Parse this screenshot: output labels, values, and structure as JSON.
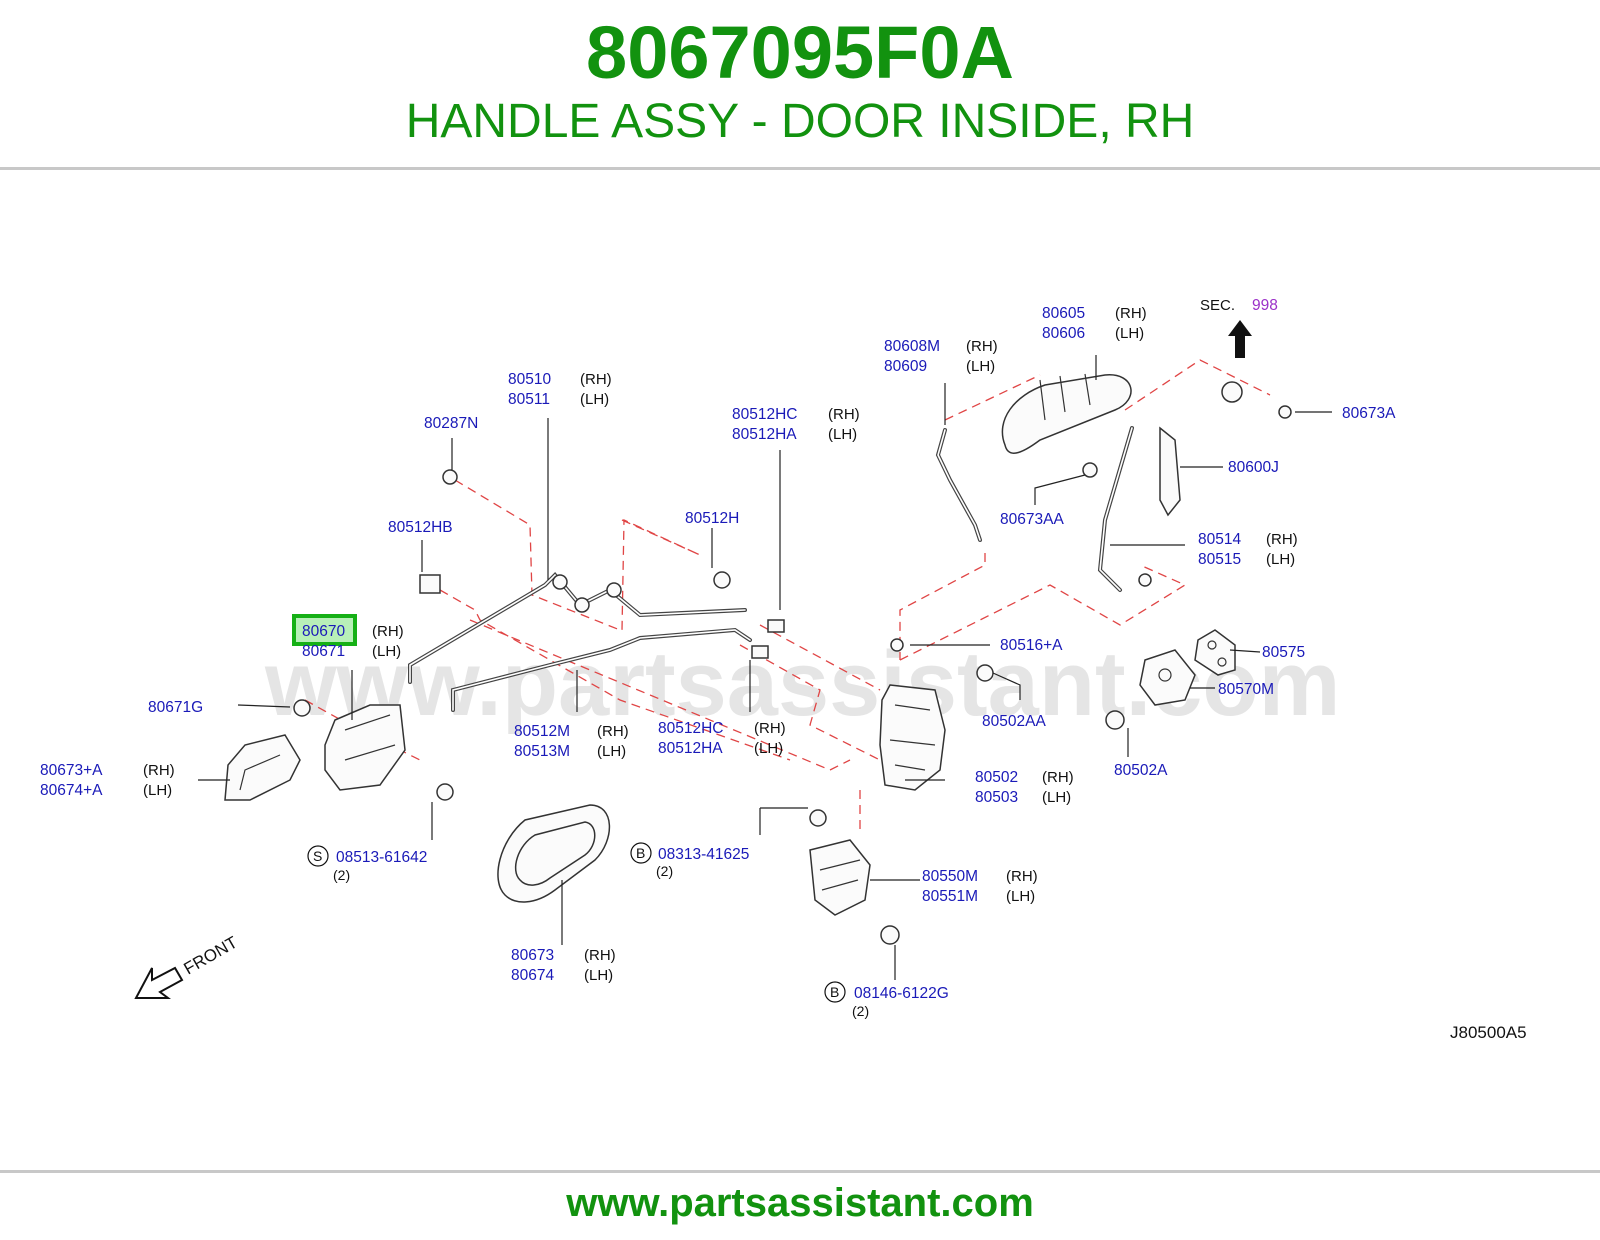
{
  "header": {
    "part_number": "8067095F0A",
    "part_name": "HANDLE ASSY - DOOR INSIDE, RH"
  },
  "footer": {
    "url": "www.partsassistant.com"
  },
  "watermark": "www.partsassistant.com",
  "diagram_code": "J80500A5",
  "colors": {
    "brand_green": "#12920f",
    "part_number_blue": "#1a1ab8",
    "highlight": "#16b016",
    "section_purple": "#9b30c8",
    "dash_red": "#e04545"
  },
  "section_ref": {
    "prefix": "SEC.",
    "number": "998"
  },
  "front_label": "FRONT",
  "labels": [
    {
      "codes": [
        "80605",
        "80606"
      ],
      "sides": [
        "(RH)",
        "(LH)"
      ]
    },
    {
      "codes": [
        "80608M",
        "80609"
      ],
      "sides": [
        "(RH)",
        "(LH)"
      ]
    },
    {
      "codes": [
        "80510",
        "80511"
      ],
      "sides": [
        "(RH)",
        "(LH)"
      ]
    },
    {
      "codes": [
        "80287N"
      ]
    },
    {
      "codes": [
        "80512HC",
        "80512HA"
      ],
      "sides": [
        "(RH)",
        "(LH)"
      ]
    },
    {
      "codes": [
        "80673A"
      ]
    },
    {
      "codes": [
        "80600J"
      ]
    },
    {
      "codes": [
        "80673AA"
      ]
    },
    {
      "codes": [
        "80512H"
      ]
    },
    {
      "codes": [
        "80512HB"
      ]
    },
    {
      "codes": [
        "80514",
        "80515"
      ],
      "sides": [
        "(RH)",
        "(LH)"
      ]
    },
    {
      "codes": [
        "80670",
        "80671"
      ],
      "sides": [
        "(RH)",
        "(LH)"
      ],
      "highlighted": true
    },
    {
      "codes": [
        "80516+A"
      ]
    },
    {
      "codes": [
        "80575"
      ]
    },
    {
      "codes": [
        "80570M"
      ]
    },
    {
      "codes": [
        "80671G"
      ]
    },
    {
      "codes": [
        "80502AA"
      ]
    },
    {
      "codes": [
        "80512M",
        "80513M"
      ],
      "sides": [
        "(RH)",
        "(LH)"
      ]
    },
    {
      "codes": [
        "80512HC",
        "80512HA"
      ],
      "sides": [
        "(RH)",
        "(LH)"
      ]
    },
    {
      "codes": [
        "80502A"
      ]
    },
    {
      "codes": [
        "80673+A",
        "80674+A"
      ],
      "sides": [
        "(RH)",
        "(LH)"
      ]
    },
    {
      "codes": [
        "80502",
        "80503"
      ],
      "sides": [
        "(RH)",
        "(LH)"
      ]
    },
    {
      "codes": [
        "08513-61642"
      ],
      "sides": [
        "(2)"
      ],
      "badge": "S"
    },
    {
      "codes": [
        "08313-41625"
      ],
      "sides": [
        "(2)"
      ],
      "badge": "B"
    },
    {
      "codes": [
        "80550M",
        "80551M"
      ],
      "sides": [
        "(RH)",
        "(LH)"
      ]
    },
    {
      "codes": [
        "80673",
        "80674"
      ],
      "sides": [
        "(RH)",
        "(LH)"
      ]
    },
    {
      "codes": [
        "08146-6122G"
      ],
      "sides": [
        "(2)"
      ],
      "badge": "B"
    }
  ]
}
